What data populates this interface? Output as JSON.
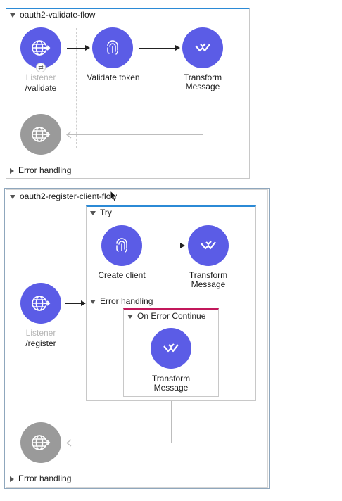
{
  "flow1": {
    "name": "oauth2-validate-flow",
    "source": {
      "label": "Listener",
      "path": "/validate",
      "icon": "globe-listener-icon"
    },
    "steps": [
      {
        "label": "Validate token",
        "icon": "fingerprint-icon"
      },
      {
        "label_line1": "Transform",
        "label_line2": "Message",
        "icon": "transform-message-icon"
      }
    ],
    "error_handling": "Error handling"
  },
  "flow2": {
    "name": "oauth2-register-client-flow",
    "source": {
      "label": "Listener",
      "path": "/register",
      "icon": "globe-listener-icon"
    },
    "try": {
      "label": "Try",
      "steps": [
        {
          "label": "Create client",
          "icon": "fingerprint-icon"
        },
        {
          "label_line1": "Transform",
          "label_line2": "Message",
          "icon": "transform-message-icon"
        }
      ],
      "error_handling": {
        "label": "Error handling",
        "handler": {
          "label": "On Error Continue",
          "step": {
            "label_line1": "Transform",
            "label_line2": "Message",
            "icon": "transform-message-icon"
          }
        }
      }
    },
    "error_handling": "Error handling"
  },
  "colors": {
    "processor": "#5b5ce6",
    "response": "#9a9a9a",
    "flow_accent": "#2b8ad6",
    "error_accent": "#c2185b"
  }
}
